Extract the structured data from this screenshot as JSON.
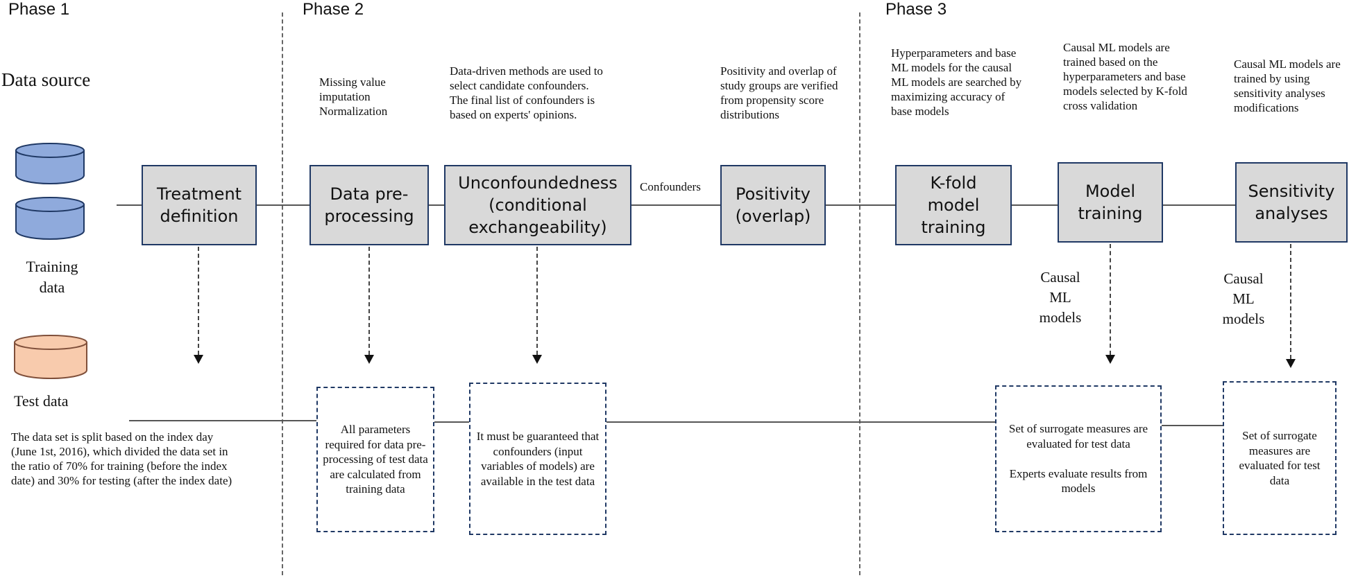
{
  "phases": [
    "Phase 1",
    "Phase 2",
    "Phase 3"
  ],
  "data_source": {
    "title": "Data source",
    "training_label": "Training\ndata",
    "test_label": "Test data"
  },
  "split_note": "The data set is split based on the index day (June 1st, 2016), which divided the data set in the ratio of 70% for training (before the index date) and 30% for testing (after the index date)",
  "notes": {
    "preprocessing": "Missing value imputation Normalization",
    "unconfoundedness": "Data-driven methods are used to select candidate confounders. The final list of confounders is based on experts' opinions.",
    "positivity": "Positivity and overlap of study groups are verified from propensity score distributions",
    "kfold": "Hyperparameters and base ML models for the causal ML models are searched by maximizing accuracy of base models",
    "model_training": "Causal ML models are trained based on the hyperparameters and base models selected by K-fold cross validation",
    "sensitivity": "Causal ML models are trained by using sensitivity analyses modifications"
  },
  "boxes": {
    "treatment": "Treatment\ndefinition",
    "preprocessing": "Data pre-\nprocessing",
    "unconfoundedness": "Unconfoundedness\n(conditional\nexchangeability)",
    "positivity": "Positivity\n(overlap)",
    "kfold": "K-fold\nmodel\ntraining",
    "model_training": "Model\ntraining",
    "sensitivity": "Sensitivity\nanalyses"
  },
  "edge_labels": {
    "confounders": "Confounders",
    "causal_ml_1": "Causal\nML\nmodels",
    "causal_ml_2": "Causal\nML\nmodels"
  },
  "output_boxes": {
    "preprocessing": "All parameters required for data pre-processing of test data are calculated from training data",
    "unconfoundedness": "It must be guaranteed that confounders (input variables of models) are available in the test data",
    "model_training": "Set of surrogate measures are evaluated for test data\n\nExperts evaluate results from models",
    "sensitivity": "Set of surrogate measures are evaluated for test data"
  },
  "colors": {
    "training_cylinder": "#8faadc",
    "test_cylinder": "#f8cbad",
    "box_fill": "#d9d9d9",
    "box_border": "#1f3864"
  }
}
